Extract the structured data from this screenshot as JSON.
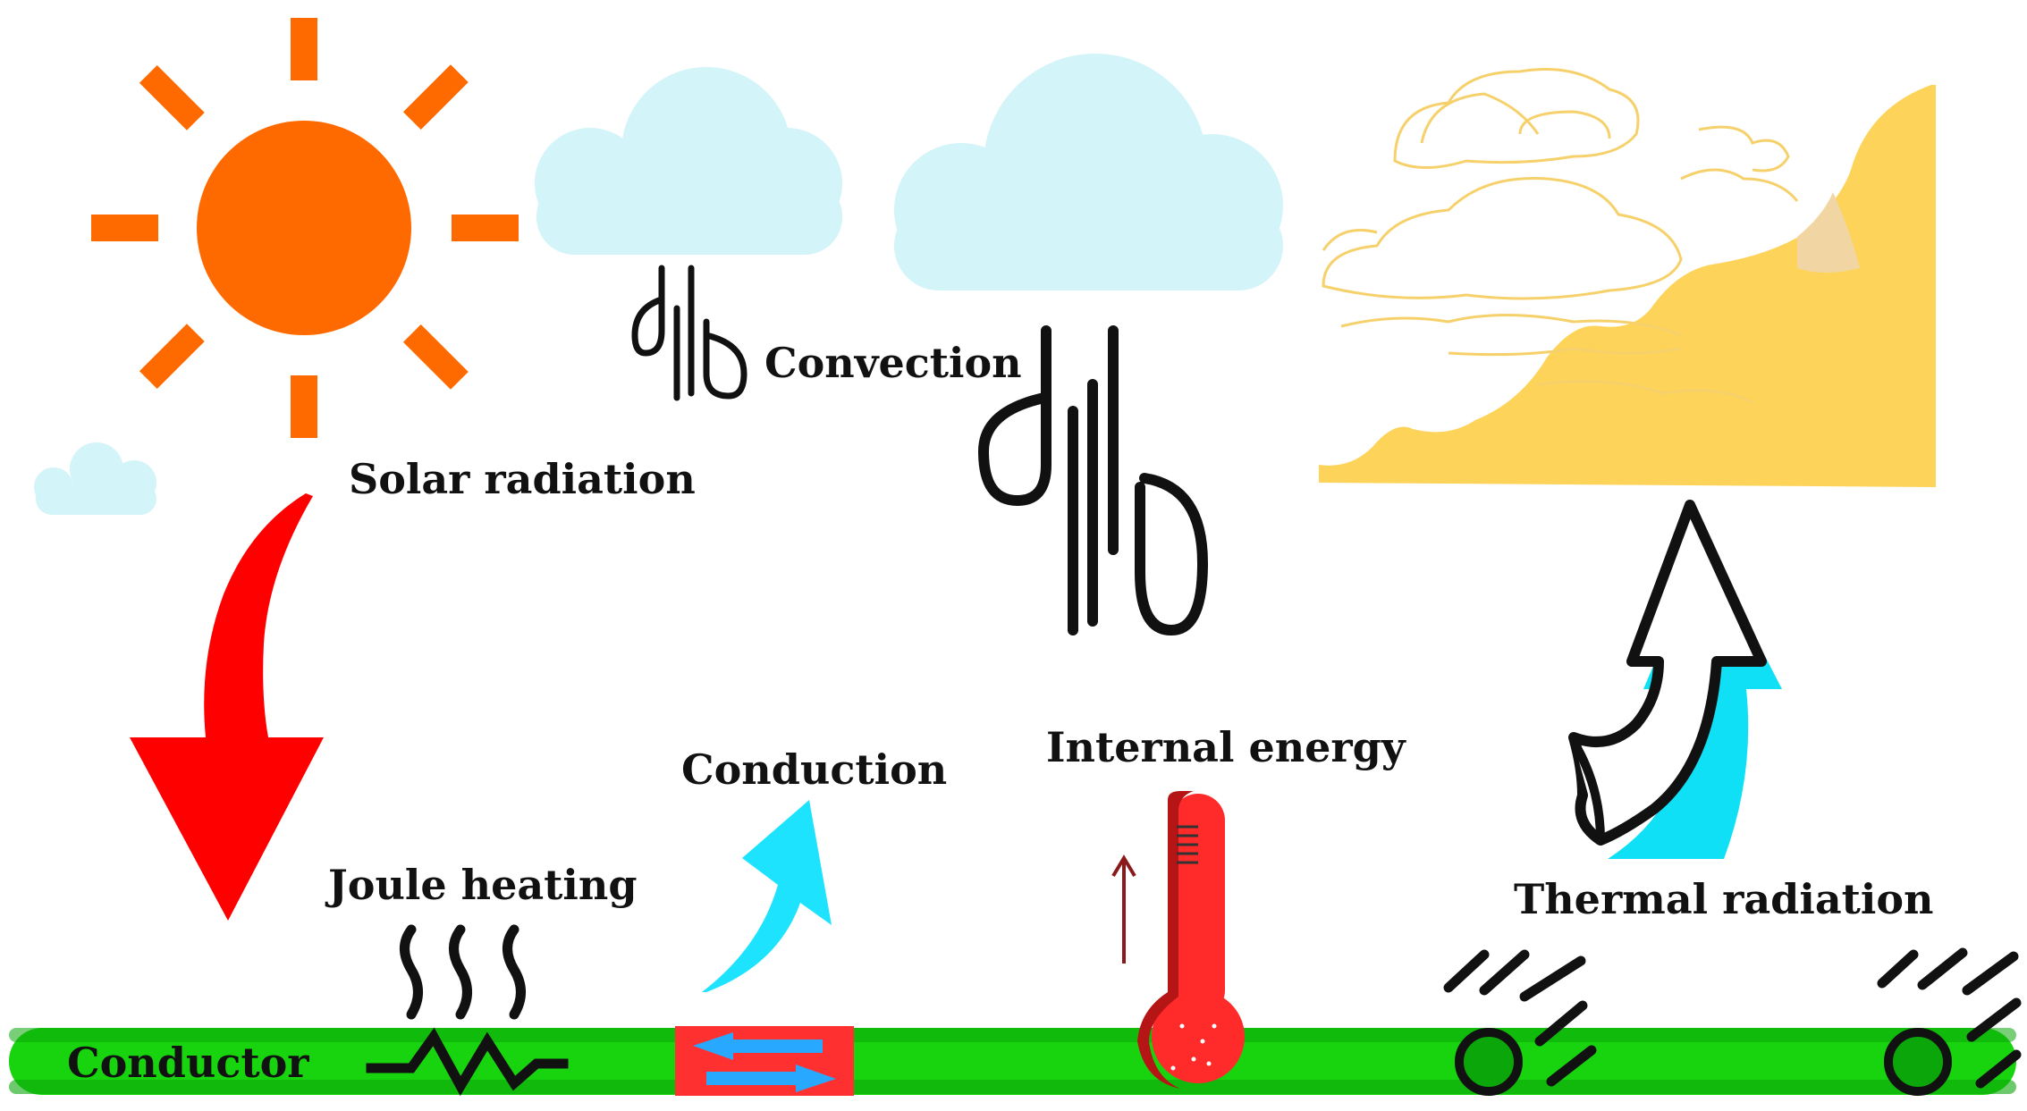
{
  "labels": {
    "solar_radiation": "Solar radiation",
    "convection": "Convection",
    "thermal_radiation": "Thermal radiation",
    "conduction": "Conduction",
    "internal_energy": "Internal energy",
    "joule_heating": "Joule heating",
    "conductor": "Conductor"
  },
  "colors": {
    "sun": "#ff6a00",
    "cloud_light": "#d3f4f8",
    "cloud_sand": "#fdd35a",
    "solar_arrow": "#ff0000",
    "conduction_arrow": "#1de3ff",
    "thermal_arrow": "#0fe0f5",
    "thermometer": "#ff2a2a",
    "conductor": "#18d40f",
    "conductor_dark": "#0ba60a",
    "current_box": "#ff3030",
    "current_arrow": "#29a8ff",
    "ink": "#111111"
  },
  "icons": {
    "sun": "sun-icon",
    "wind": "wind-icon",
    "thermometer": "thermometer-icon",
    "resistor": "resistor-icon",
    "heat_waves": "heat-waves-icon",
    "electron": "electron-icon"
  }
}
